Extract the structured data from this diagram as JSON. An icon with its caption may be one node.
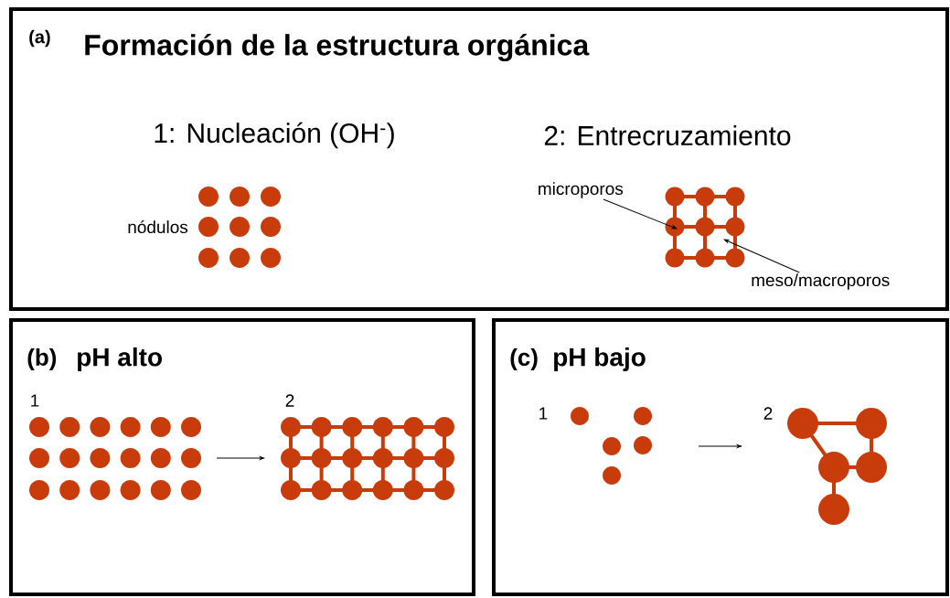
{
  "diagram": {
    "nodes": [
      {
        "text": [
          "(a)",
          "Formación de la estructura orgánica"
        ]
      },
      {
        "text": [],
        "shape": "picture",
        "in": 0,
        "beside": [
          "1: Nucleación (OH$^{-}$)",
          "nódulos"
        ]
      },
      {
        "text": [
          "microporos"
        ],
        "in": 0
      },
      {
        "text": [],
        "shape": "picture",
        "in": 0,
        "beside": [
          "2: Entrecruzamiento"
        ]
      },
      {
        "text": [
          "meso/macroporos"
        ],
        "in": 0
      },
      {
        "text": [
          "(b)",
          "pH alto"
        ]
      },
      {
        "text": [],
        "shape": "picture",
        "in": 5,
        "beside": [
          "1"
        ]
      },
      {
        "text": [],
        "shape": "picture",
        "in": 5,
        "beside": [
          "2"
        ]
      },
      {
        "text": [
          "(c)",
          "pH bajo"
        ]
      },
      {
        "text": [],
        "shape": "picture",
        "in": 8,
        "beside": [
          "1"
        ]
      },
      {
        "text": [],
        "shape": "picture",
        "in": 8,
        "beside": [
          "2"
        ]
      }
    ],
    "edges": [
      {
        "from": 2,
        "to": 3,
        "arrow": "to"
      },
      {
        "from": 4,
        "to": 3,
        "arrow": "to"
      },
      {
        "from": 6,
        "to": 7,
        "arrow": "to"
      },
      {
        "from": 9,
        "to": 10,
        "arrow": "to"
      }
    ]
  }
}
